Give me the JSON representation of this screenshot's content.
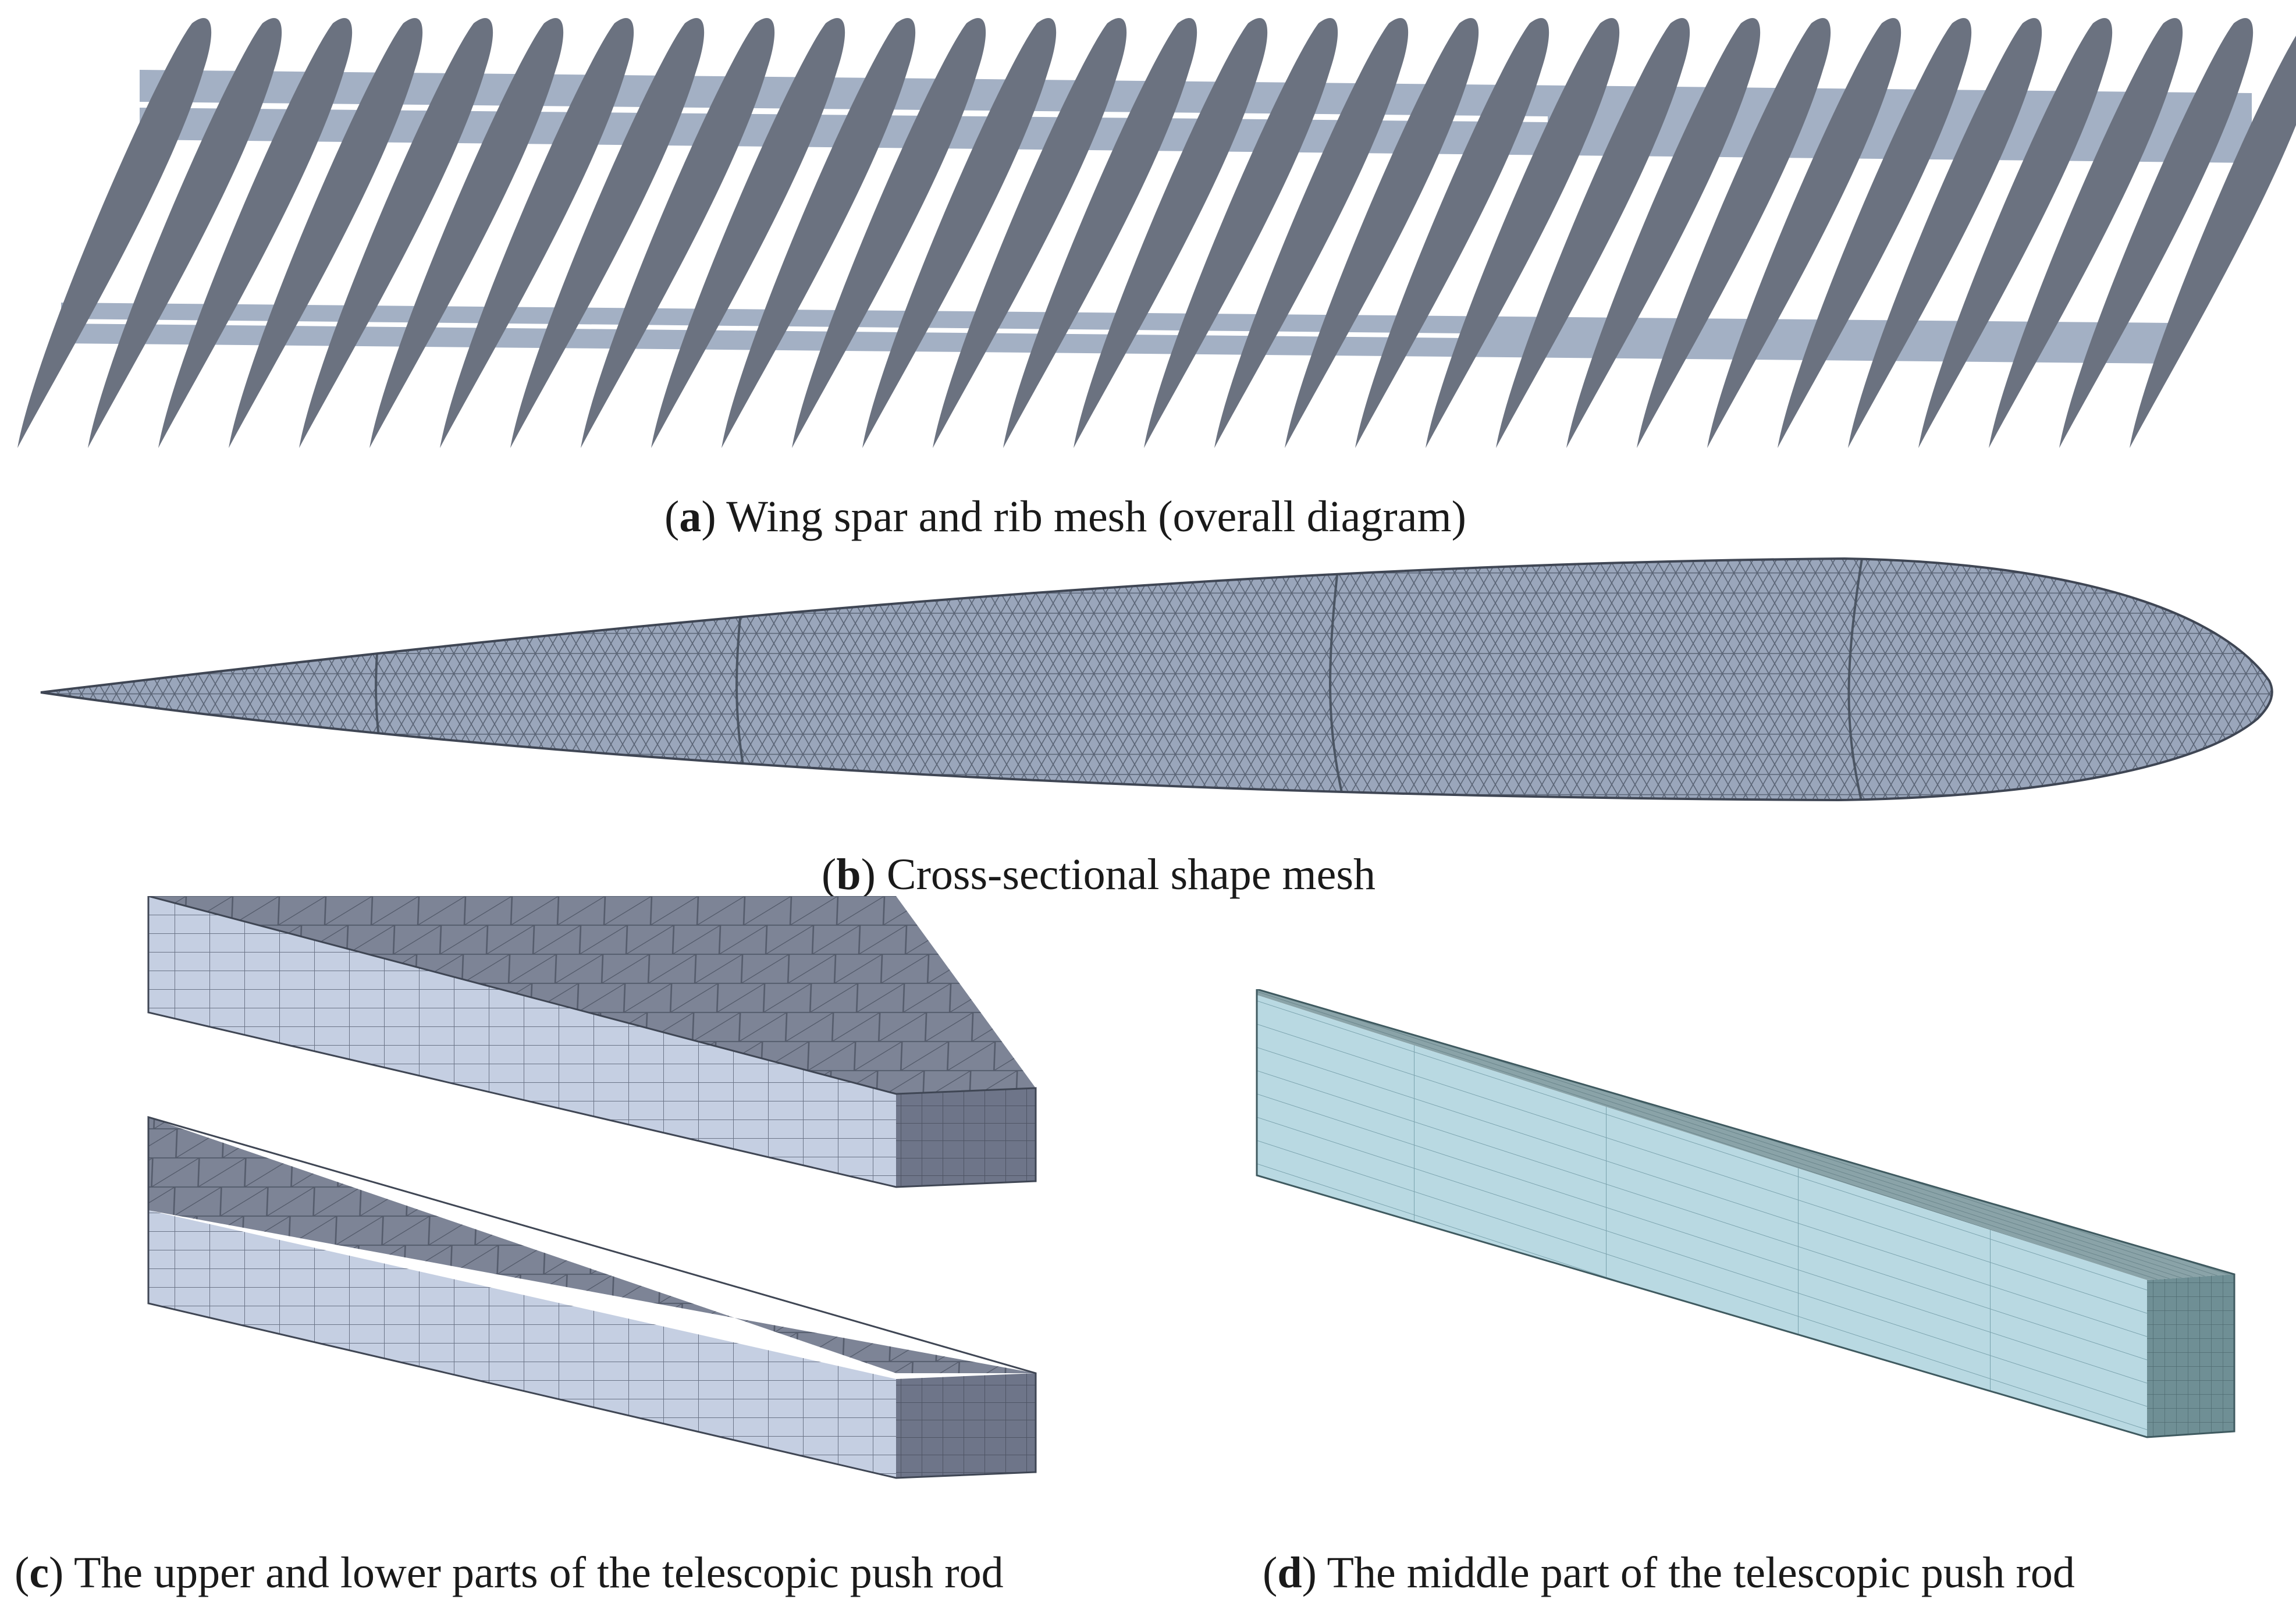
{
  "panels": {
    "a": {
      "letter": "a",
      "caption": "Wing spar and rib mesh (overall diagram)"
    },
    "b": {
      "letter": "b",
      "caption": "Cross-sectional shape mesh"
    },
    "c": {
      "letter": "c",
      "caption": "The upper and lower parts of the telescopic push rod"
    },
    "d": {
      "letter": "d",
      "caption": "The middle part of the telescopic push rod"
    }
  },
  "colors": {
    "rib": "#6b7280",
    "spar": "#a3b0c4",
    "mesh_fill": "#9aa6bb",
    "mesh_line": "#4b5563",
    "rod_side": "#c5cfe2",
    "rod_top": "#7d8496",
    "rod_end": "#6e7589",
    "middle_side": "#b9d9e2",
    "middle_top": "#8aa3a8",
    "middle_end": "#6f8f95"
  }
}
